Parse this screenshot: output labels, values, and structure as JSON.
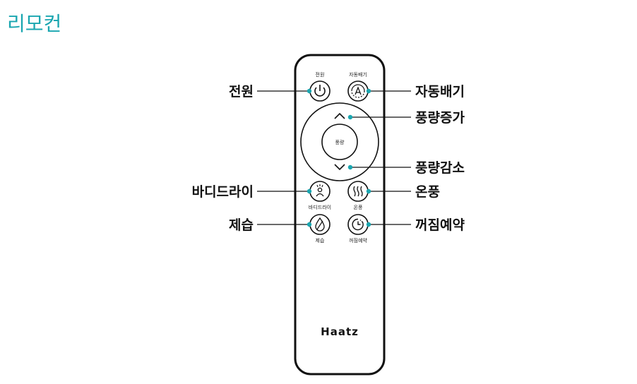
{
  "page": {
    "title": "리모컨"
  },
  "remote": {
    "logo": "Haatz",
    "center_label": "풍량",
    "buttons": {
      "power": "전원",
      "auto": "자동배기",
      "body_dry": "바디드라이",
      "warm_air": "온풍",
      "dehumid": "제습",
      "off_timer": "꺼짐예약"
    }
  },
  "callouts": {
    "power": "전원",
    "auto": "자동배기",
    "fan_up": "풍량증가",
    "fan_down": "풍량감소",
    "body_dry": "바디드라이",
    "warm_air": "온풍",
    "dehumid": "제습",
    "off_timer": "꺼짐예약"
  },
  "colors": {
    "accent": "#1aa6b0",
    "line": "#111111"
  }
}
